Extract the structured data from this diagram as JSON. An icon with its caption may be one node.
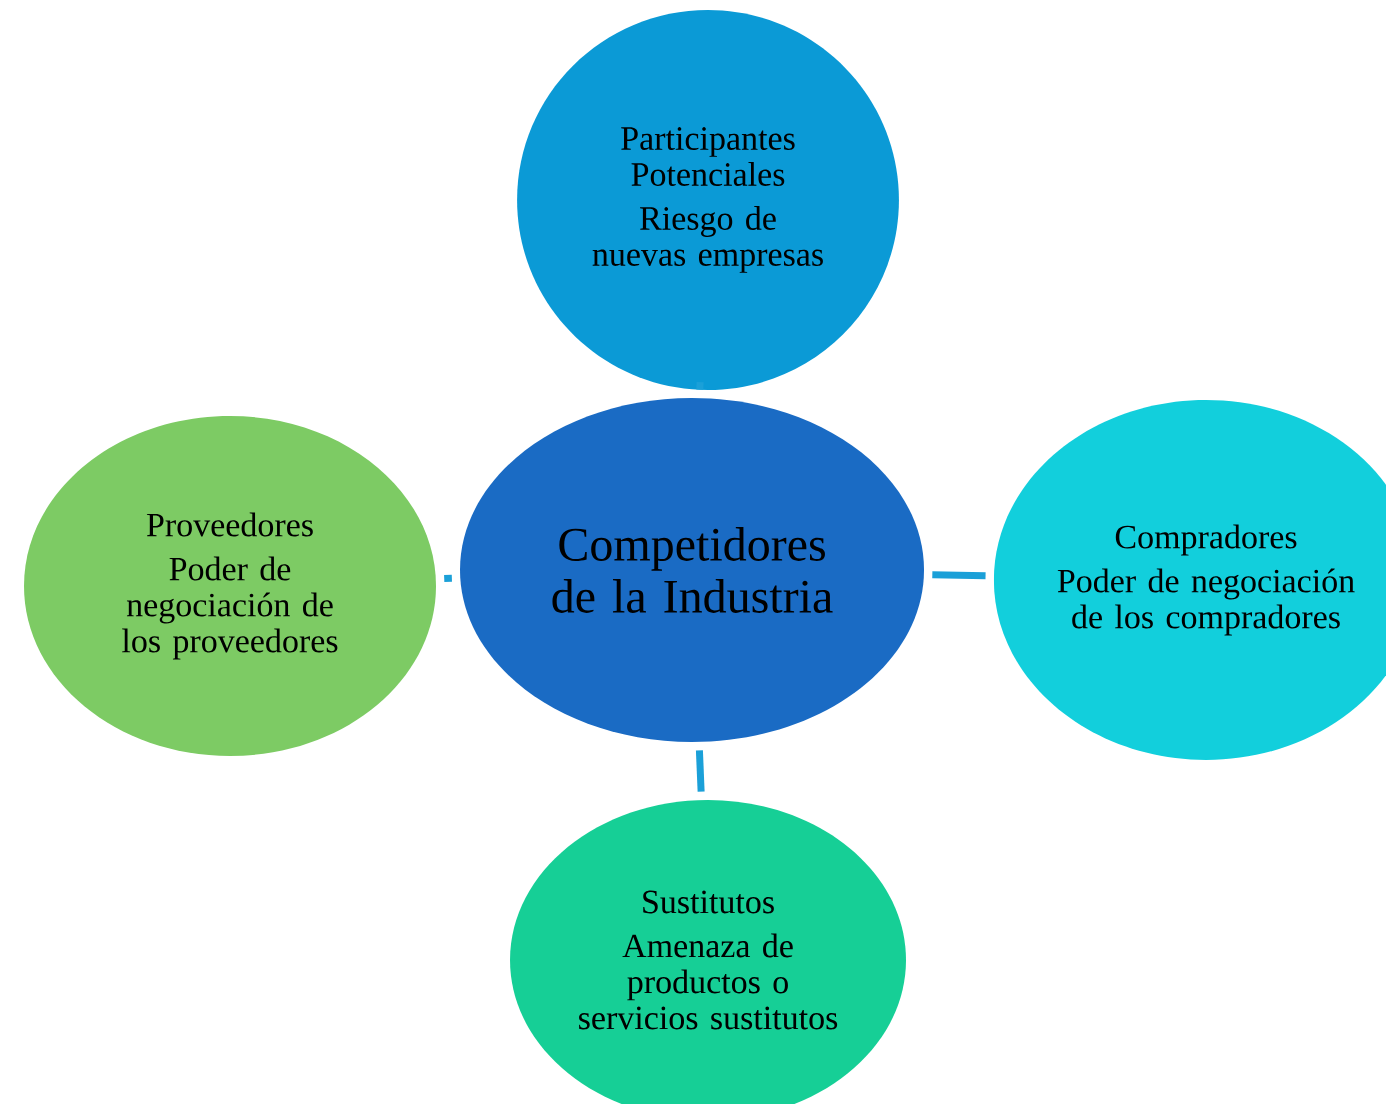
{
  "diagram": {
    "nodes": [
      {
        "text": [
          "Competidores de la Industria"
        ]
      },
      {
        "text": [
          "Participantes Potenciales",
          "Riesgo de nuevas empresas"
        ]
      },
      {
        "text": [
          "Compradores",
          "Poder de negociación de los compradores"
        ]
      },
      {
        "text": [
          "Sustitutos",
          "Amenaza de productos o servicios sustitutos"
        ]
      },
      {
        "text": [
          "Proveedores",
          "Poder de negociación de los proveedores"
        ]
      }
    ],
    "edges": [
      {
        "from": 1,
        "to": 0,
        "arrow": "none"
      },
      {
        "from": 0,
        "to": 2,
        "arrow": "none"
      },
      {
        "from": 0,
        "to": 3,
        "arrow": "none"
      },
      {
        "from": 4,
        "to": 0,
        "arrow": "none"
      }
    ]
  }
}
